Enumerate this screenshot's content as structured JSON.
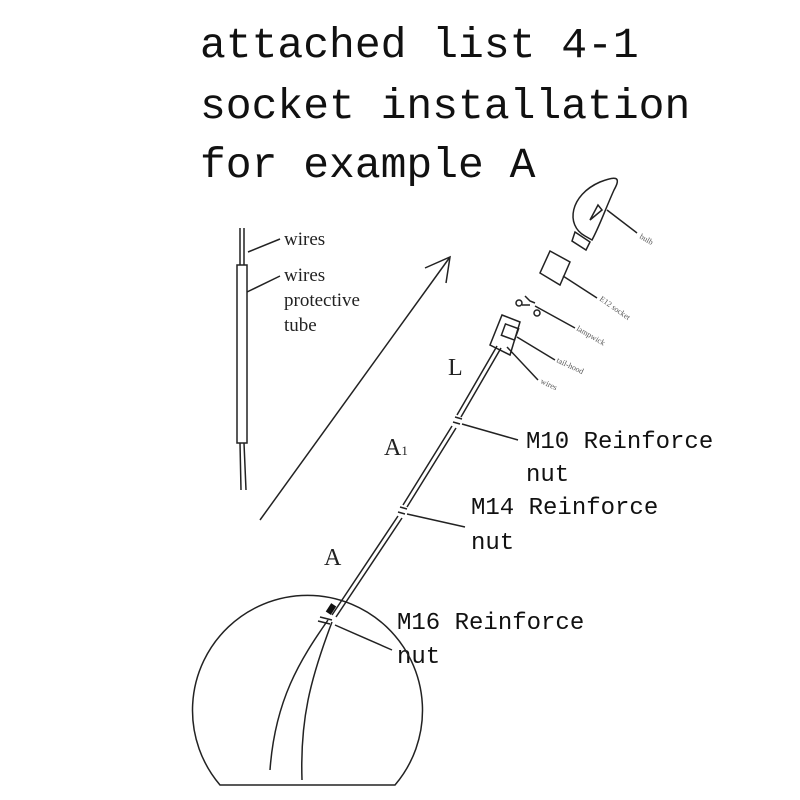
{
  "title": {
    "line1": "attached list 4-1",
    "line2": "socket installation",
    "line3": "for example  A"
  },
  "legend": {
    "wires": "wires",
    "tube_line1": "wires",
    "tube_line2": "protective",
    "tube_line3": "tube"
  },
  "parts": {
    "bulb": "bulb",
    "socket": "E12 socket",
    "lampwick": "lampwick",
    "tail_hood": "tail-hood",
    "wires": "wires"
  },
  "dimensions": {
    "L": "L",
    "A1": "A",
    "A1_sub": "1",
    "A": "A"
  },
  "nuts": {
    "m10_line1": "M10 Reinforce",
    "m10_line2": "nut",
    "m14_line1": "M14 Reinforce",
    "m14_line2": "nut",
    "m16_line1": "M16 Reinforce",
    "m16_line2": "nut"
  }
}
